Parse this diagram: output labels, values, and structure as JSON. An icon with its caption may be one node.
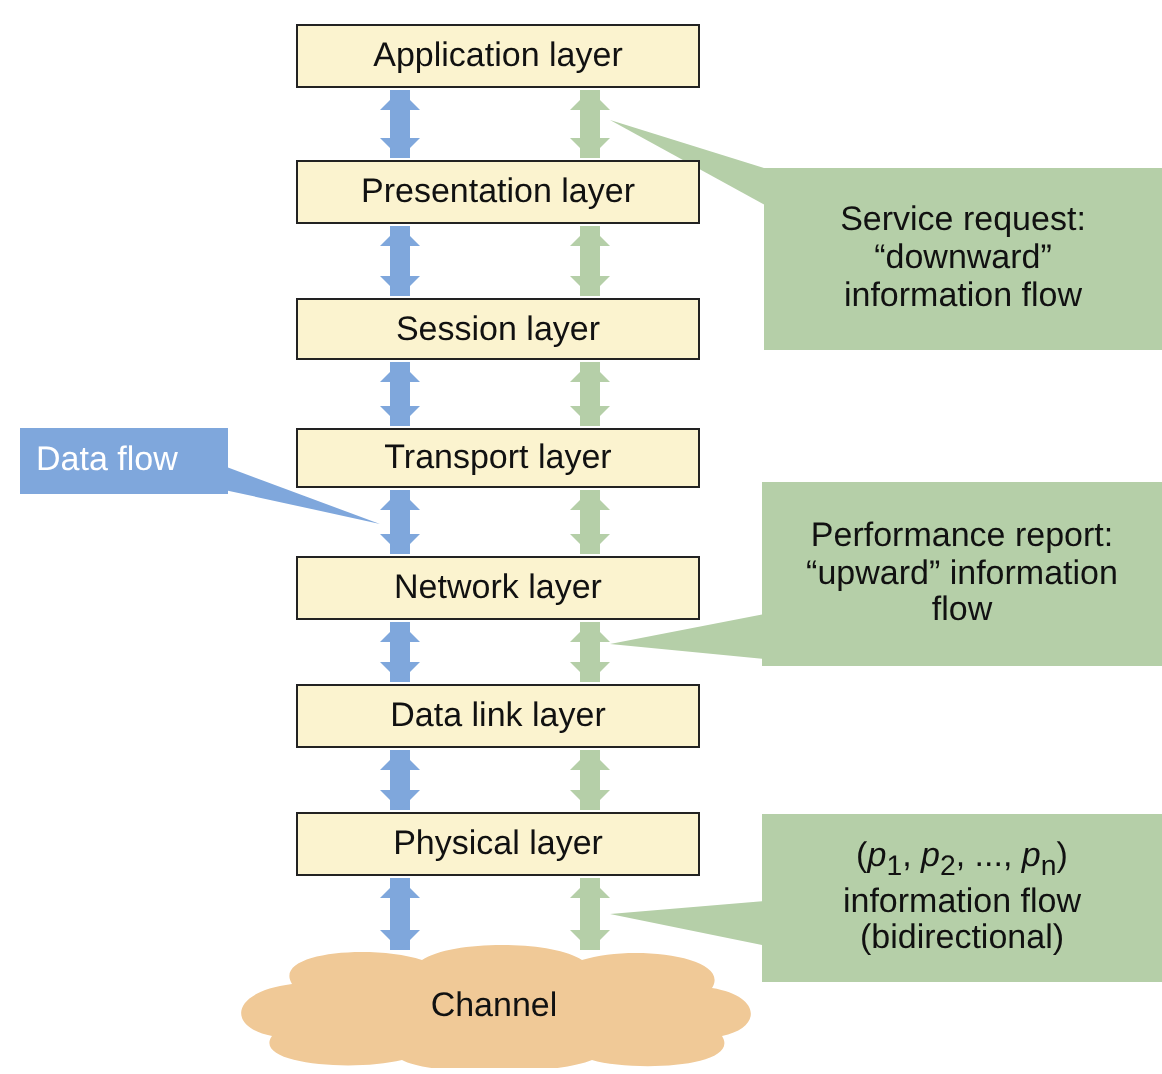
{
  "diagram": {
    "nodes": [
      {
        "text": [
          "Application layer"
        ]
      },
      {
        "text": [
          "Presentation layer"
        ]
      },
      {
        "text": [
          "Session layer"
        ]
      },
      {
        "text": [
          "Transport layer"
        ]
      },
      {
        "text": [
          "Network layer"
        ]
      },
      {
        "text": [
          "Data link layer"
        ]
      },
      {
        "text": [
          "Physical layer"
        ]
      },
      {
        "text": [
          "Channel"
        ]
      },
      {
        "text": [
          "Data flow"
        ]
      },
      {
        "text": [
          "Service request: “downward” information flow"
        ]
      },
      {
        "text": [
          "Performance report: “upward” information flow"
        ]
      },
      {
        "text": [
          "(*p*$_{1}$, *p*$_{2}$, ..., *p*$_{n}$) information flow (bidirectional)"
        ]
      }
    ],
    "edges": [
      {
        "from": 0,
        "to": 1,
        "arrow": "both",
        "color": "#7fa7dc"
      },
      {
        "from": 0,
        "to": 1,
        "arrow": "both",
        "color": "#b5cfa8"
      },
      {
        "from": 1,
        "to": 2,
        "arrow": "both",
        "color": "#7fa7dc"
      },
      {
        "from": 1,
        "to": 2,
        "arrow": "both",
        "color": "#b5cfa8"
      },
      {
        "from": 2,
        "to": 3,
        "arrow": "both",
        "color": "#7fa7dc"
      },
      {
        "from": 2,
        "to": 3,
        "arrow": "both",
        "color": "#b5cfa8"
      },
      {
        "from": 3,
        "to": 4,
        "arrow": "both",
        "color": "#7fa7dc"
      },
      {
        "from": 3,
        "to": 4,
        "arrow": "both",
        "color": "#b5cfa8"
      },
      {
        "from": 4,
        "to": 5,
        "arrow": "both",
        "color": "#7fa7dc"
      },
      {
        "from": 4,
        "to": 5,
        "arrow": "both",
        "color": "#b5cfa8"
      },
      {
        "from": 5,
        "to": 6,
        "arrow": "both",
        "color": "#7fa7dc"
      },
      {
        "from": 5,
        "to": 6,
        "arrow": "both",
        "color": "#b5cfa8"
      },
      {
        "from": 6,
        "to": 7,
        "arrow": "both",
        "color": "#7fa7dc"
      },
      {
        "from": 6,
        "to": 7,
        "arrow": "both",
        "color": "#b5cfa8"
      },
      {
        "from": 8,
        "to": null,
        "arrow": "to",
        "color": "#7fa7dc"
      },
      {
        "from": 9,
        "to": null,
        "arrow": "to",
        "color": "#b5cfa8"
      },
      {
        "from": 10,
        "to": null,
        "arrow": "to",
        "color": "#b5cfa8"
      },
      {
        "from": 11,
        "to": null,
        "arrow": "to",
        "color": "#b5cfa8"
      }
    ]
  }
}
